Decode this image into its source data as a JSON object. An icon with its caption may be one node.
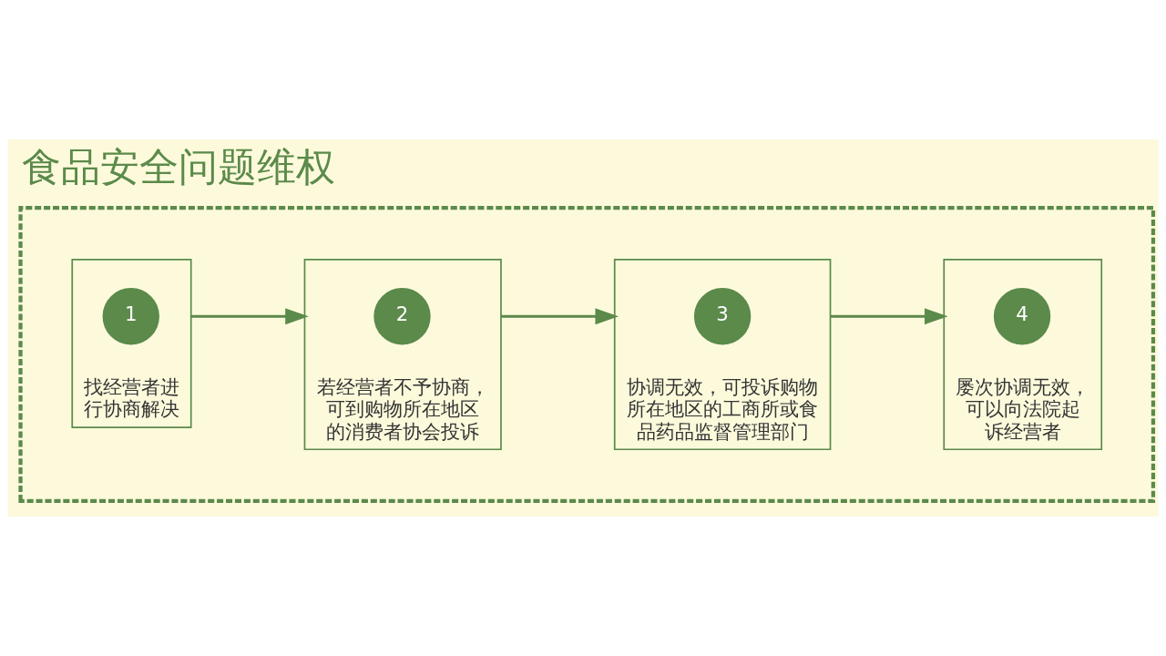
{
  "diagram": {
    "title": "食品安全问题维权",
    "nodes": [
      {
        "text": [],
        "shape": "box"
      },
      {
        "text": [
          "找经营者进行协商解决"
        ],
        "in": 0
      },
      {
        "text": [
          "1"
        ],
        "in": 1
      },
      {
        "text": [
          "若经营者不予协商，可到购物所在地区的消费者协会投诉"
        ],
        "in": 0
      },
      {
        "text": [
          "2"
        ],
        "in": 3
      },
      {
        "text": [
          "协调无效，可投诉购物所在地区的工商所或食品药品监督管理部门"
        ],
        "in": 0
      },
      {
        "text": [
          "3"
        ],
        "in": 5
      },
      {
        "text": [
          "屡次协调无效，可以向法院起诉经营者"
        ],
        "in": 0
      },
      {
        "text": [
          "4"
        ],
        "in": 7
      }
    ],
    "edges": [
      {
        "from": 1,
        "to": 3,
        "arrow": "to"
      },
      {
        "from": 3,
        "to": 5,
        "arrow": "to"
      },
      {
        "from": 5,
        "to": 7,
        "arrow": "to"
      }
    ]
  }
}
